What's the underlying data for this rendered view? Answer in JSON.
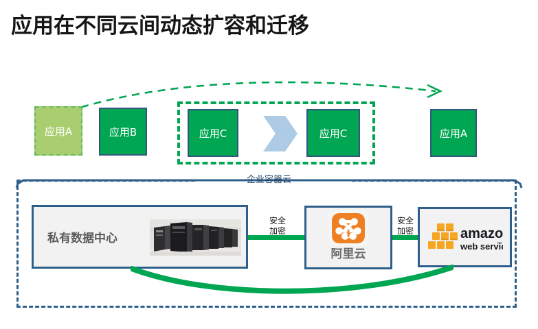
{
  "title": "应用在不同云间动态扩容和迁移",
  "apps": [
    {
      "id": "app-a-left",
      "label": "应用A",
      "state": "faded"
    },
    {
      "id": "app-b",
      "label": "应用B",
      "state": "solid"
    },
    {
      "id": "app-c-left",
      "label": "应用C",
      "state": "solid"
    },
    {
      "id": "app-c-right",
      "label": "应用C",
      "state": "solid"
    },
    {
      "id": "app-a-right",
      "label": "应用A",
      "state": "solid"
    }
  ],
  "cloud_bracket": {
    "label": "企业容器云"
  },
  "infrastructure": {
    "data_center": {
      "label": "私有数据中心",
      "image": "server-rack-photo"
    },
    "aliyun": {
      "label": "阿里云",
      "logo": "aliyun-cloud-logo"
    },
    "aws": {
      "logo": "amazon-web-services-logo",
      "brand": "amazon",
      "sub": "web services",
      "tm": "™"
    }
  },
  "links": [
    {
      "id": "link-dc-aliyun",
      "label_line1": "安全",
      "label_line2": "加密"
    },
    {
      "id": "link-aliyun-aws",
      "label_line1": "安全",
      "label_line2": "加密"
    }
  ],
  "colors": {
    "green": "#00a651",
    "faded_green": "#a9ce70",
    "box_border": "#31577f",
    "panel_border": "#2e5f8a",
    "aliyun_orange": "#ee8024",
    "aws_orange": "#f5a623",
    "chevron_blue": "#aecbe6",
    "title": "#161616"
  }
}
